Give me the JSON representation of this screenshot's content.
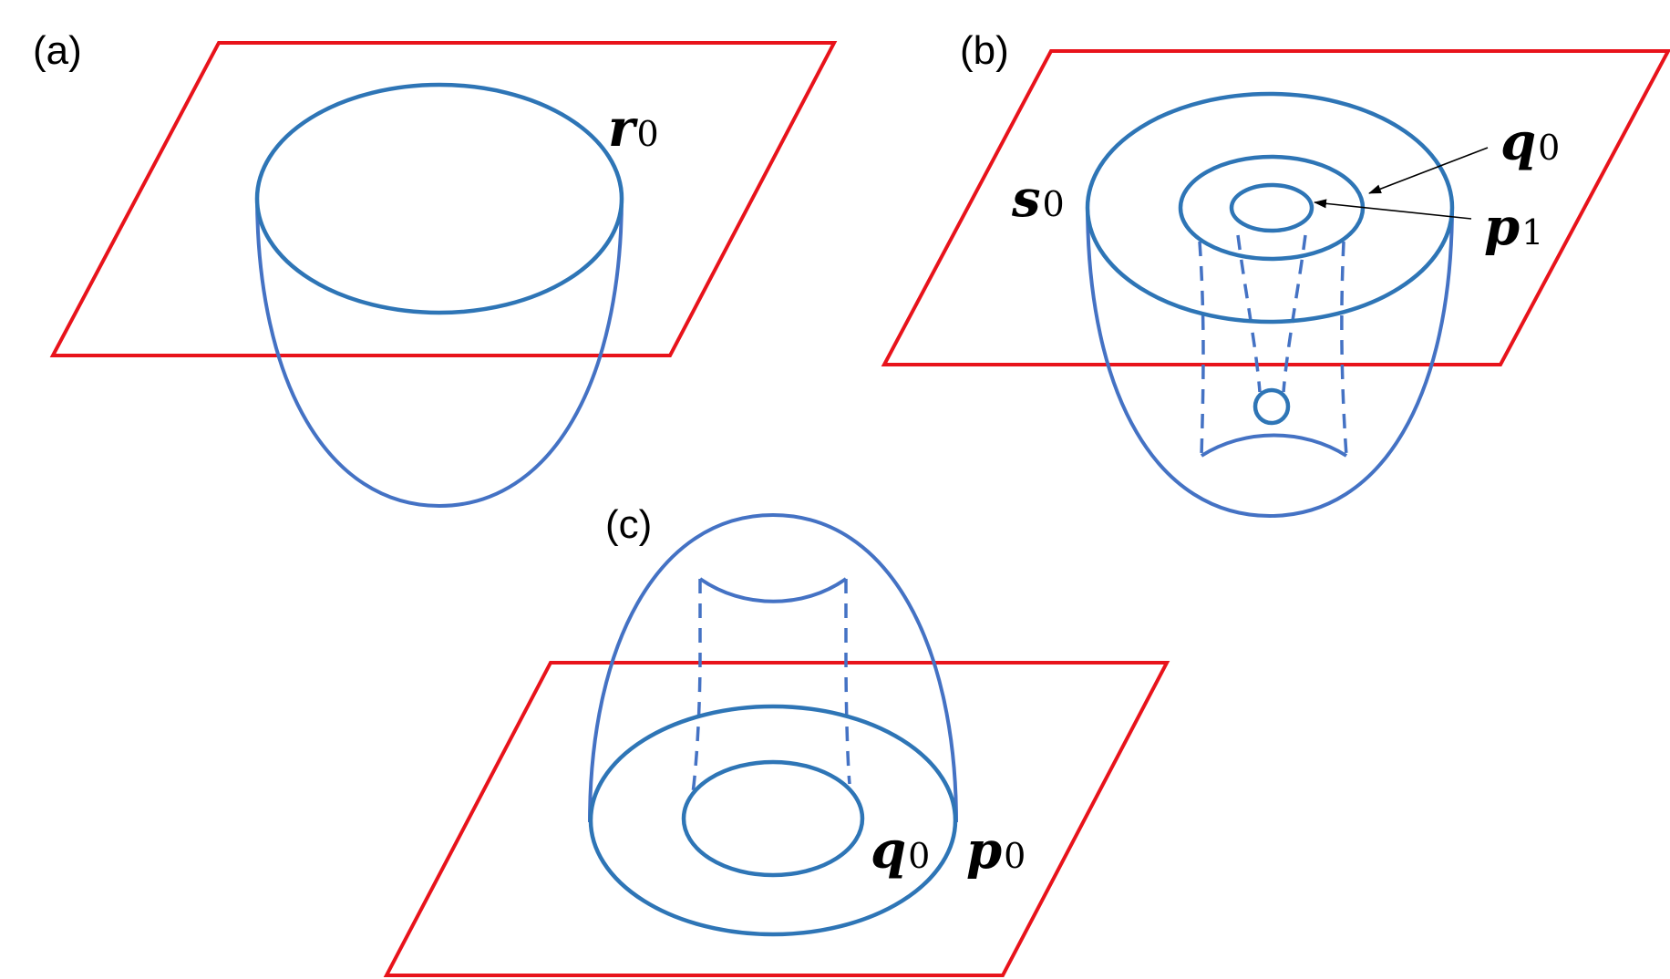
{
  "colors": {
    "plane": "#e8131b",
    "surface": "#4472c4",
    "rim": "#2e75b6",
    "text": "#000000"
  },
  "panels": {
    "a": {
      "label": "(a)",
      "curves": [
        {
          "symbol": "r",
          "subscript": "0"
        }
      ]
    },
    "b": {
      "label": "(b)",
      "curves": [
        {
          "symbol": "s",
          "subscript": "0"
        },
        {
          "symbol": "q",
          "subscript": "0"
        },
        {
          "symbol": "p",
          "subscript": "1"
        }
      ]
    },
    "c": {
      "label": "(c)",
      "curves": [
        {
          "symbol": "q",
          "subscript": "0"
        },
        {
          "symbol": "p",
          "subscript": "0"
        }
      ]
    }
  }
}
